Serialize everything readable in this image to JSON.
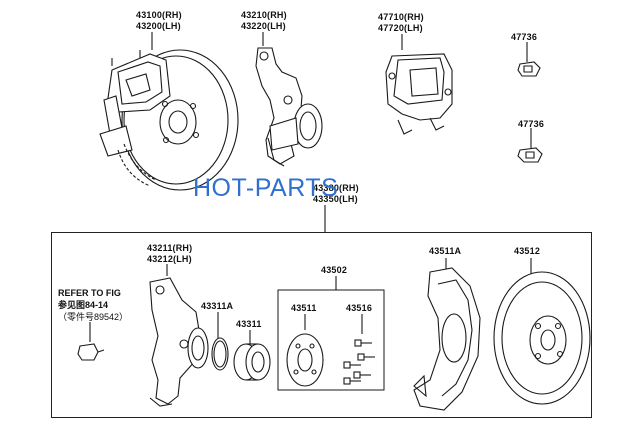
{
  "diagram": {
    "watermark": "HOT-PARTS",
    "parts_top": {
      "caliper_assy": [
        "43100(RH)",
        "43200(LH)"
      ],
      "knuckle_assy": [
        "43210(RH)",
        "43220(LH)"
      ],
      "caliper": [
        "47710(RH)",
        "47720(LH)"
      ],
      "clip_a": "47736",
      "clip_b": "47736",
      "disc_group": [
        "43380(RH)",
        "43350(LH)"
      ]
    },
    "parts_box": {
      "knuckle": [
        "43211(RH)",
        "43212(LH)"
      ],
      "refer": [
        "REFER TO FIG",
        "参见图84-14",
        "（零件号89542）"
      ],
      "snap_ring": "43311A",
      "bearing": "43311",
      "hub_group": "43502",
      "hub": "43511",
      "bolt": "43516",
      "dust_cover": "43511A",
      "disc": "43512"
    }
  }
}
